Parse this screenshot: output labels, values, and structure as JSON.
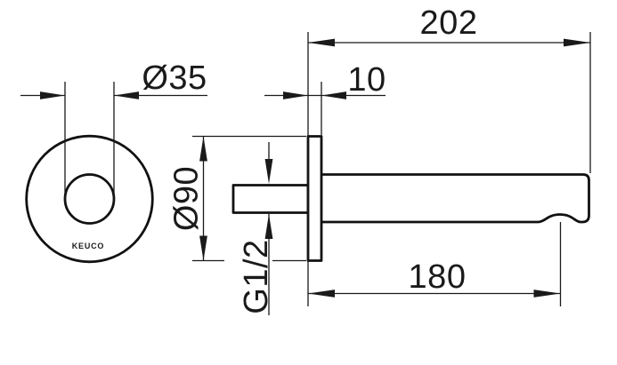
{
  "colors": {
    "line": "#1a1a1a",
    "background": "#ffffff"
  },
  "brand": {
    "logo_text": "KEUCO"
  },
  "drawing": {
    "kind": "technical dimension drawing",
    "subject": "wall-mounted bath spout, front view and side view"
  },
  "dimensions": {
    "total_length": {
      "label": "202"
    },
    "flange_thickness": {
      "label": "10"
    },
    "spout_outer_diameter": {
      "label": "Ø35"
    },
    "flange_diameter": {
      "label": "Ø90"
    },
    "thread_size": {
      "label": "G1/2"
    },
    "spout_reach": {
      "label": "180"
    }
  }
}
